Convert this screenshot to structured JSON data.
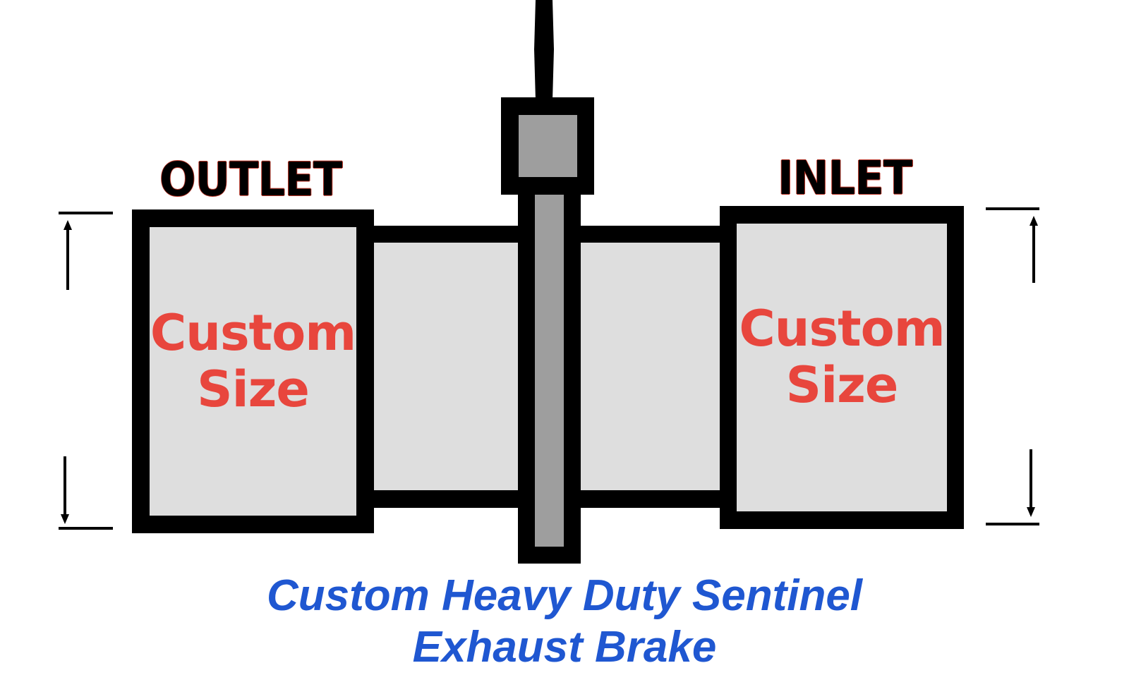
{
  "diagram": {
    "title_line1": "Custom Heavy Duty Sentinel",
    "title_line2": "Exhaust Brake",
    "outlet": {
      "label": "OUTLET",
      "size_line1": "Custom",
      "size_line2": "Size"
    },
    "inlet": {
      "label": "INLET",
      "size_line1": "Custom",
      "size_line2": "Size"
    },
    "components": [
      "actuator-rod",
      "actuator-head",
      "valve-shaft",
      "outlet-flange",
      "outlet-pipe",
      "inlet-pipe",
      "inlet-flange",
      "outlet-diameter-dimension",
      "inlet-diameter-dimension"
    ],
    "colors": {
      "outline": "#000000",
      "body_fill": "#dedede",
      "shaft_fill": "#9e9e9e",
      "size_text": "#e8463d",
      "label_outline": "#c0392b",
      "caption": "#1f57d1",
      "background": "#ffffff"
    }
  }
}
